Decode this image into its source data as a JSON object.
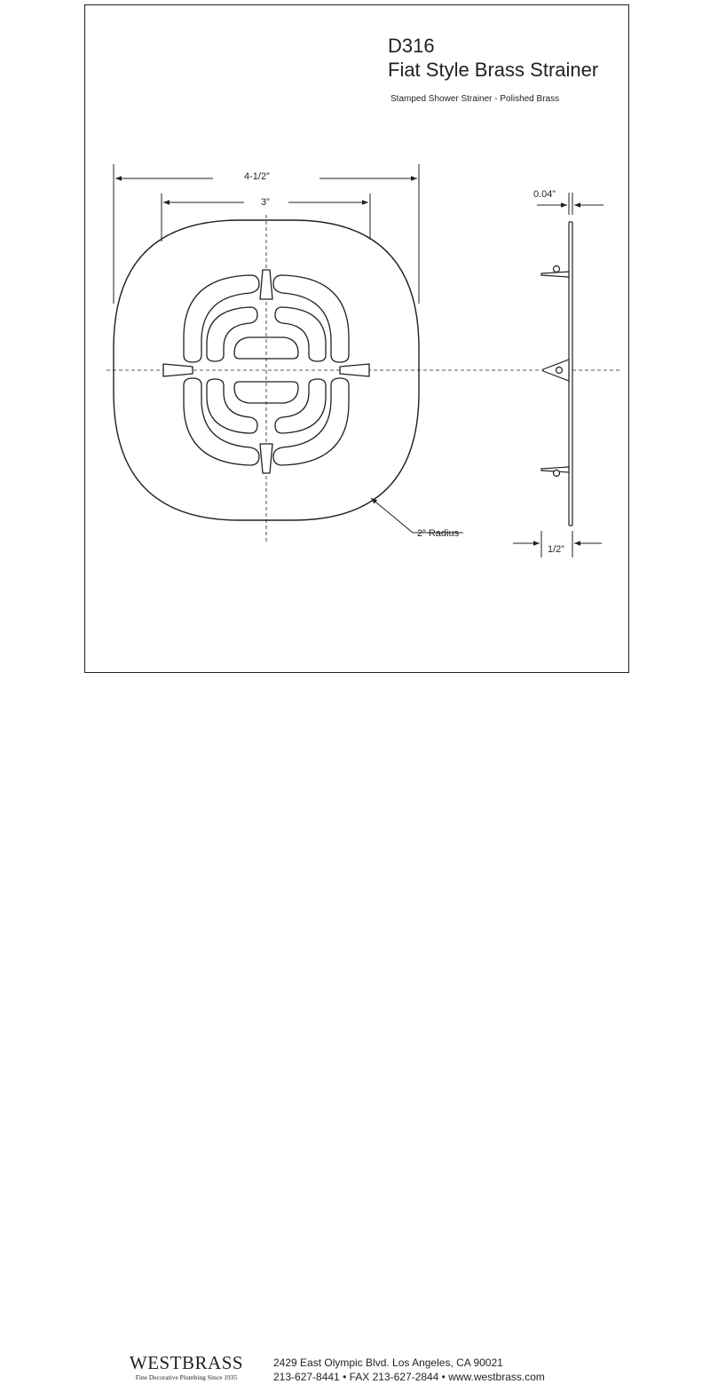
{
  "title": {
    "model": "D316",
    "product": "Fiat Style Brass Strainer",
    "subtitle": "Stamped Shower Strainer - Polished Brass"
  },
  "dimensions": {
    "overall_width": "4-1/2”",
    "inner_width": "3”",
    "thickness": "0.04”",
    "depth": "1/2”",
    "radius": "2” Radius"
  },
  "footer": {
    "brand": "WESTBRASS",
    "tagline": "Fine Decorative Plumbing Since 1935",
    "address_line": "2429 East Olympic Blvd. Los Angeles, CA  90021",
    "contact_line": "213-627-8441 • FAX 213-627-2844 • www.westbrass.com"
  },
  "colors": {
    "line": "#231f20",
    "background": "#ffffff"
  }
}
